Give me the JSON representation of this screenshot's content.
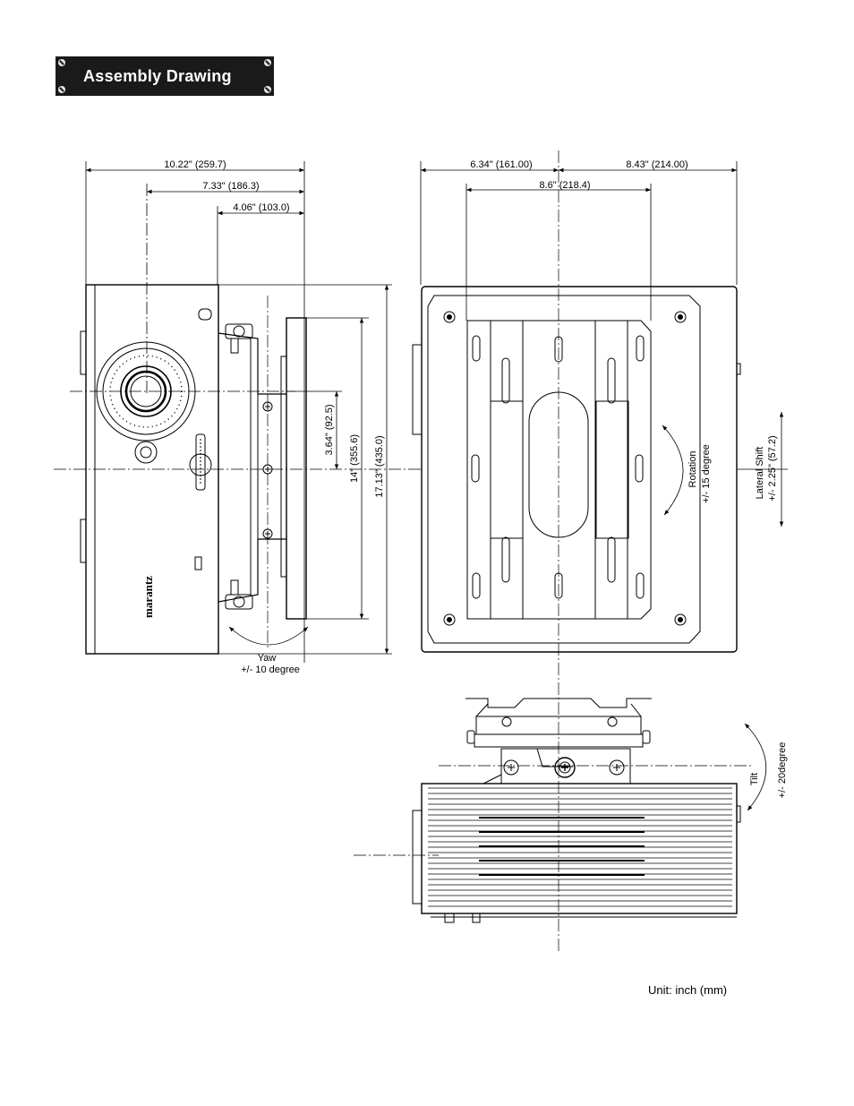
{
  "title": "Assembly Drawing",
  "dimensions": {
    "d_1022": "10.22\" (259.7)",
    "d_733": "7.33\" (186.3)",
    "d_406": "4.06\" (103.0)",
    "d_634": "6.34\" (161.00)",
    "d_843": "8.43\" (214.00)",
    "d_86": "8.6\" (218.4)",
    "d_364": "3.64\" (92.5)",
    "d_14": "14\" (355.6)",
    "d_1713": "17.13\" (435.0)"
  },
  "adjustments": {
    "yaw_label": "Yaw",
    "yaw_range": "+/- 10 degree",
    "rotation_label": "Rotation",
    "rotation_range": "+/- 15 degree",
    "lateral_label": "Lateral Shift",
    "lateral_range": "+/- 2.25\" (57.2)",
    "tilt_label": "Tilt",
    "tilt_range": "+/- 20degree"
  },
  "brand": "marantz",
  "unit_note": "Unit: inch (mm)"
}
